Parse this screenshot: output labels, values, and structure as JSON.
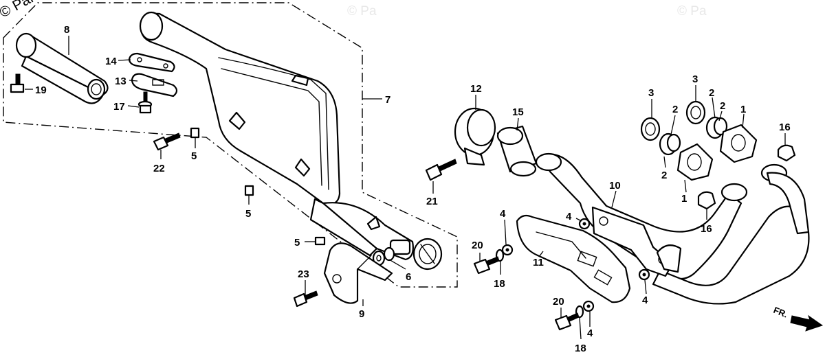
{
  "watermark": {
    "main": "© Par",
    "faint": [
      "© Pa",
      "© Pa"
    ]
  },
  "direction_label": "FR.",
  "callouts": {
    "p1a": "1",
    "p1b": "1",
    "p2a": "2",
    "p2b": "2",
    "p2c": "2",
    "p2d": "2",
    "p3a": "3",
    "p3b": "3",
    "p4a": "4",
    "p4b": "4",
    "p4c": "4",
    "p4d": "4",
    "p5a": "5",
    "p5b": "5",
    "p5c": "5",
    "p6": "6",
    "p7": "7",
    "p8": "8",
    "p9": "9",
    "p10": "10",
    "p11": "11",
    "p12": "12",
    "p13": "13",
    "p14": "14",
    "p15": "15",
    "p16a": "16",
    "p16b": "16",
    "p17": "17",
    "p18a": "18",
    "p18b": "18",
    "p19": "19",
    "p20a": "20",
    "p20b": "20",
    "p21": "21",
    "p22": "22",
    "p23": "23"
  }
}
